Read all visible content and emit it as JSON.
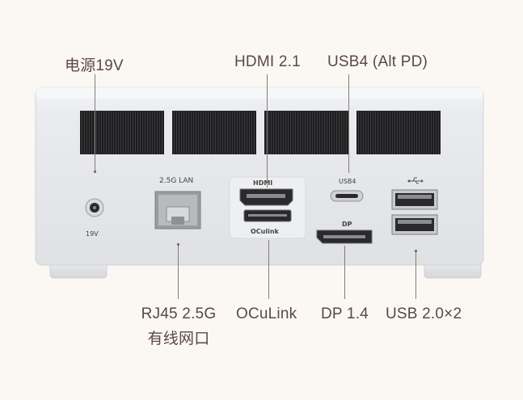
{
  "callouts": {
    "power": "电源19V",
    "hdmi": "HDMI 2.1",
    "usb4": "USB4 (Alt PD)",
    "rj45_line1": "RJ45 2.5G",
    "rj45_line2": "有线网口",
    "oculink": "OCuLink",
    "dp": "DP 1.4",
    "usb2": "USB 2.0×2"
  },
  "panel_labels": {
    "lan": "2.5G LAN",
    "hdmi_logo": "HDMI",
    "usb4": "USB4",
    "oculink": "OCulink",
    "dp": "DP",
    "dc_in": "19V",
    "usb_symbol": "usb-symbol-icon"
  },
  "colors": {
    "background": "#fbf8f4",
    "chassis": "#e6e8eb",
    "text": "#5a4a40"
  }
}
